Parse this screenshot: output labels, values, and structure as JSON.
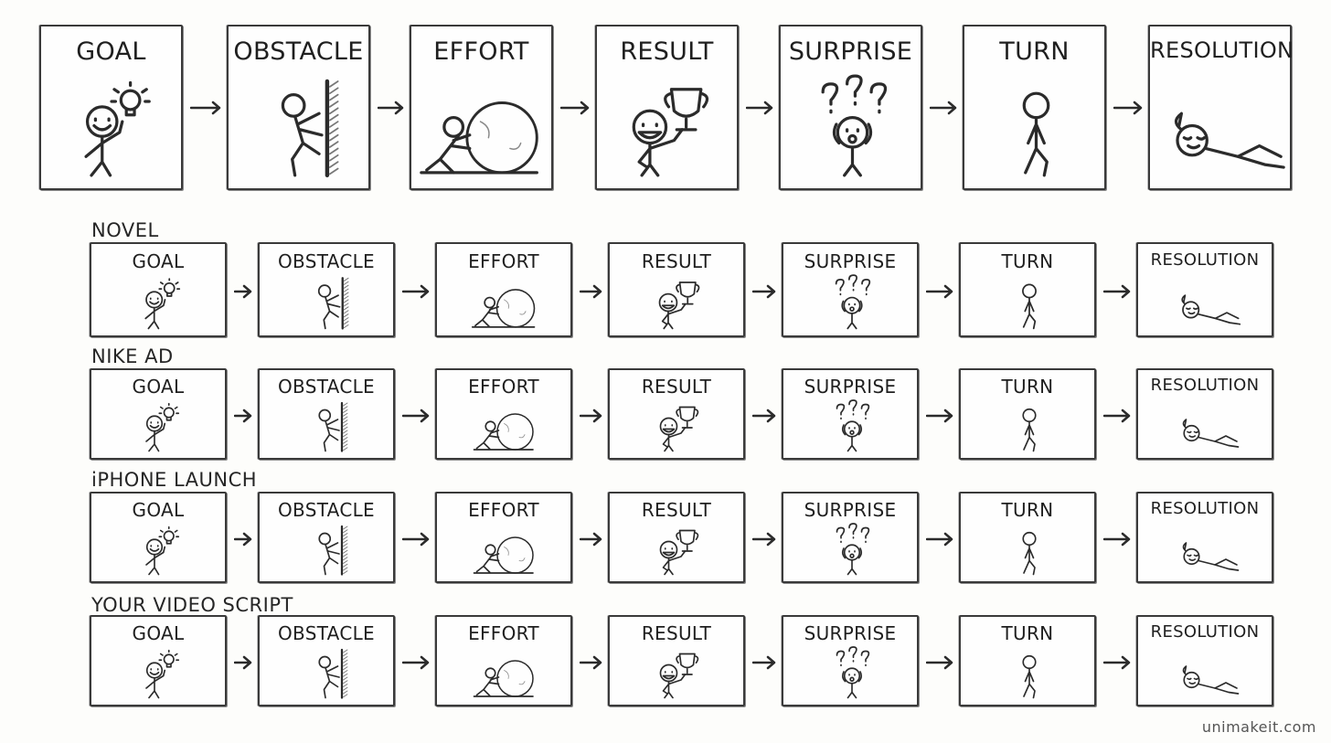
{
  "stages": [
    "GOAL",
    "OBSTACLE",
    "EFFORT",
    "RESULT",
    "SURPRISE",
    "TURN",
    "RESOLUTION"
  ],
  "stage_icons": [
    "stick-figure-idea-icon",
    "stick-figure-climbing-wall-icon",
    "stick-figure-pushing-boulder-icon",
    "stick-figure-trophy-icon",
    "stick-figure-surprised-icon",
    "stick-figure-walking-icon",
    "stick-figure-reclining-icon"
  ],
  "rows": [
    {
      "label": ""
    },
    {
      "label": "NOVEL"
    },
    {
      "label": "NIKE AD"
    },
    {
      "label": "iPHONE LAUNCH"
    },
    {
      "label": "YOUR VIDEO SCRIPT"
    }
  ],
  "watermark": "unimakeit.com",
  "colors": {
    "ink": "#2b2b2b",
    "paper": "#fdfdfb"
  }
}
